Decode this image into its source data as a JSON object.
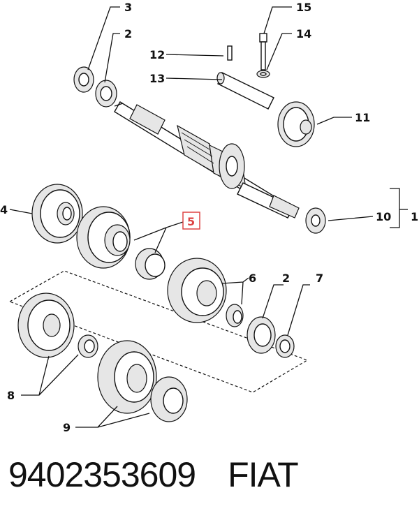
{
  "callouts": {
    "c1": "1",
    "c2a": "2",
    "c2b": "2",
    "c3": "3",
    "c4": "4",
    "c5": "5",
    "c6": "6",
    "c7": "7",
    "c8": "8",
    "c9": "9",
    "c10": "10",
    "c11": "11",
    "c12": "12",
    "c13": "13",
    "c14": "14",
    "c15": "15"
  },
  "highlighted_callout": "5",
  "caption": {
    "part_number": "9402353609",
    "brand": "FIAT"
  }
}
